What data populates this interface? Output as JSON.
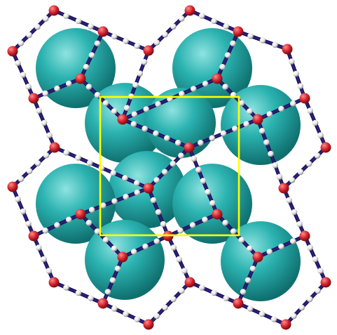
{
  "scene": {
    "subject": "crystal-structure",
    "colors": {
      "background": "#ffffff",
      "sphere": "#2bb3b1",
      "sphere_highlight": "#8fe3e0",
      "sphere_shadow": "#0f6f6e",
      "bond": "#2a1f7a",
      "bond_dark": "#140d4a",
      "node_red": "#d0202a",
      "node_red_highlight": "#ff8a8a",
      "node_white": "#e8e8e8",
      "node_white_shadow": "#8a8a8a",
      "cell_outline": "#ffff00"
    },
    "icons": {
      "large_sphere": "cation-sphere",
      "red_atom": "framework-node",
      "white_atom": "bridge-atom",
      "cell": "unit-cell-box"
    }
  }
}
